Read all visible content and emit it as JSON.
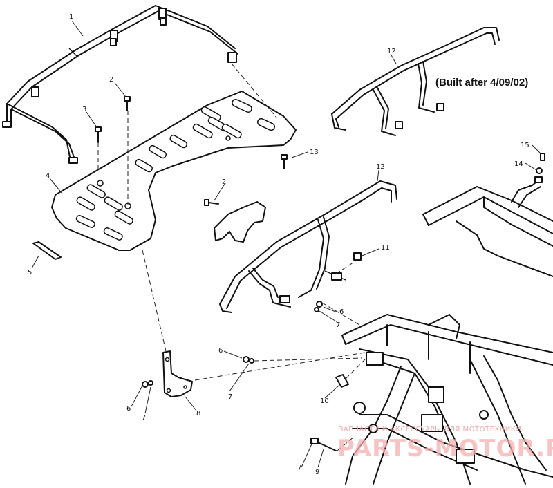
{
  "diagram": {
    "note": "(Built after 4/09/02)",
    "callouts": {
      "c1": "1",
      "c2a": "2",
      "c2b": "2",
      "c3": "3",
      "c4": "4",
      "c5": "5",
      "c6a": "6",
      "c6b": "6",
      "c6c": "6",
      "c7a": "7",
      "c7b": "7",
      "c7c": "7",
      "c8": "8",
      "c9": "9",
      "c10": "10",
      "c11": "11",
      "c12a": "12",
      "c12b": "12",
      "c13": "13",
      "c14": "14",
      "c15": "15"
    },
    "watermark": {
      "line1": "ЗАПЧАСТИ И АКСЕССУАРЫ ДЛЯ МОТОТЕХНИКИ",
      "line2": "PARTS-MOTOR.RU"
    }
  }
}
